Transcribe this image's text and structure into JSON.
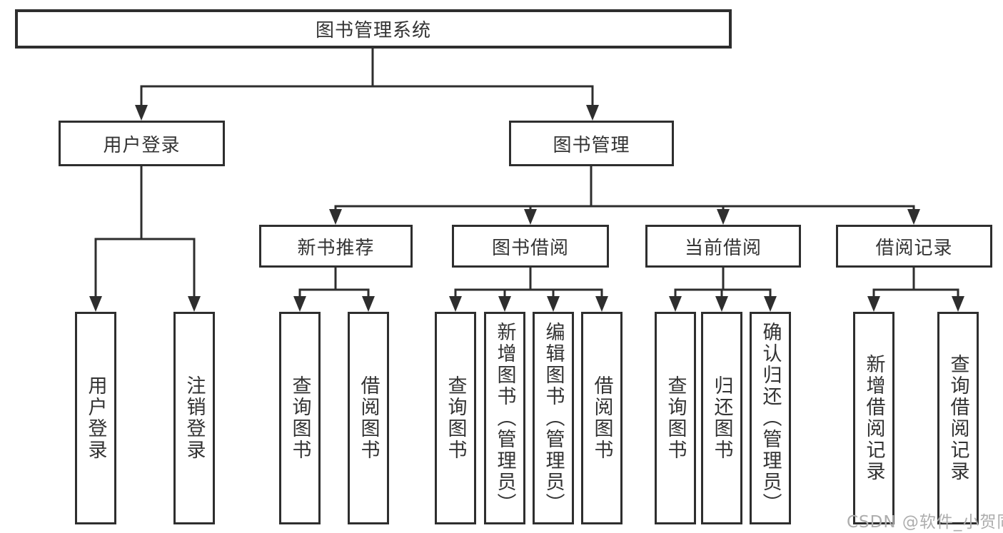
{
  "colors": {
    "line": "#2e2e2e",
    "text": "#333333",
    "watermark": "#adadad",
    "background": "#ffffff"
  },
  "watermark": "CSDN @软件_小贺同学",
  "tree": {
    "root": {
      "label": "图书管理系统"
    },
    "branches": [
      {
        "label": "用户登录",
        "children": [
          {
            "label": "用户登录"
          },
          {
            "label": "注销登录"
          }
        ]
      },
      {
        "label": "图书管理",
        "children": [
          {
            "label": "新书推荐",
            "children": [
              {
                "label": "查询图书"
              },
              {
                "label": "借阅图书"
              }
            ]
          },
          {
            "label": "图书借阅",
            "children": [
              {
                "label": "查询图书"
              },
              {
                "label": "新增图书（管理员）"
              },
              {
                "label": "编辑图书（管理员）"
              },
              {
                "label": "借阅图书"
              }
            ]
          },
          {
            "label": "当前借阅",
            "children": [
              {
                "label": "查询图书"
              },
              {
                "label": "归还图书"
              },
              {
                "label": "确认归还（管理员）"
              }
            ]
          },
          {
            "label": "借阅记录",
            "children": [
              {
                "label": "新增借阅记录"
              },
              {
                "label": "查询借阅记录"
              }
            ]
          }
        ]
      }
    ]
  }
}
